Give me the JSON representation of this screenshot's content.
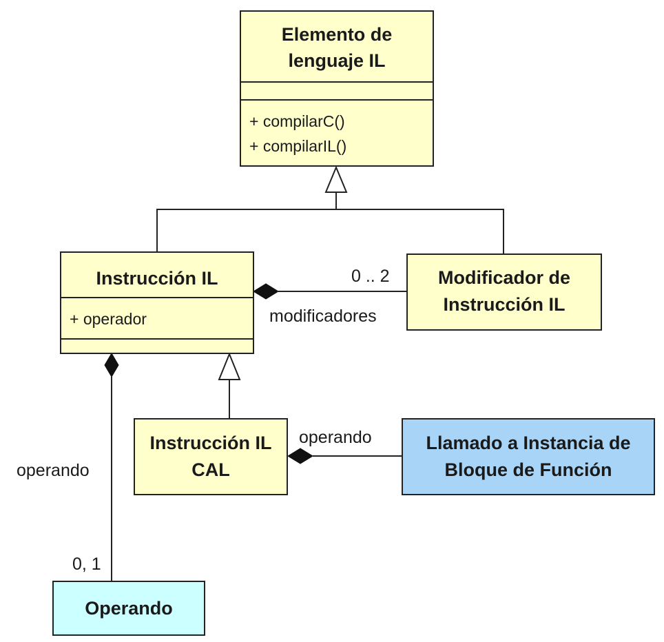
{
  "classes": {
    "elemento": {
      "name_line1": "Elemento de",
      "name_line2": "lenguaje IL",
      "operations": [
        "+ compilarC()",
        "+ compilarIL()"
      ],
      "fill": "#ffffcc"
    },
    "instruccion": {
      "name": "Instrucción IL",
      "attributes": [
        "+ operador"
      ],
      "fill": "#ffffcc"
    },
    "modificador": {
      "name_line1": "Modificador de",
      "name_line2": "Instrucción IL",
      "fill": "#ffffcc"
    },
    "cal": {
      "name_line1": "Instrucción IL",
      "name_line2": "CAL",
      "fill": "#ffffcc"
    },
    "llamado": {
      "name_line1": "Llamado a Instancia de",
      "name_line2": "Bloque de Función",
      "fill": "#a8d4f7"
    },
    "operando": {
      "name": "Operando",
      "fill": "#ccffff"
    }
  },
  "relations": {
    "mod_multiplicity": "0 .. 2",
    "mod_role": "modificadores",
    "cal_role": "operando",
    "op_role": "operando",
    "op_multiplicity": "0, 1"
  }
}
